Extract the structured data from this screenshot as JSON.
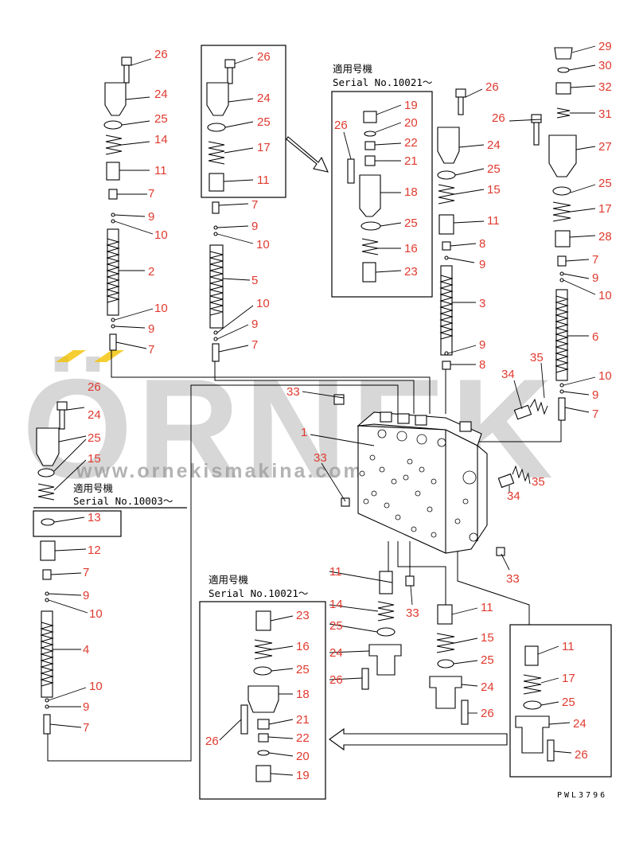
{
  "watermark": {
    "brand": "ÖRNEK",
    "url": "www.ornekismakina.com.tr",
    "accent": "#f2c200"
  },
  "drawing_code": "PWL3796",
  "serial_notes": {
    "box_a": {
      "jp": "適用号機",
      "serial": "Serial No.10021～"
    },
    "box_b": {
      "jp": "適用号機",
      "serial": "Serial No.10003～"
    },
    "box_c": {
      "jp": "適用号機",
      "serial": "Serial No.10021～"
    }
  },
  "callouts": {
    "c26a": "26",
    "c24a": "24",
    "c25a": "25",
    "c14a": "14",
    "c11a": "11",
    "c7a": "7",
    "c9a": "9",
    "c10a": "10",
    "c2": "2",
    "c10b": "10",
    "c9b": "9",
    "c7b": "7",
    "c26b": "26",
    "c24b": "24",
    "c25b": "25",
    "c17b": "17",
    "c11b": "11",
    "c7c": "7",
    "c9c": "9",
    "c10c": "10",
    "c5": "5",
    "c10d": "10",
    "c9d": "9",
    "c7d": "7",
    "c19a": "19",
    "c26c": "26",
    "c20a": "20",
    "c22a": "22",
    "c21a": "21",
    "c18a": "18",
    "c25c": "25",
    "c16a": "16",
    "c23a": "23",
    "c26d": "26",
    "c24d": "24",
    "c25d": "25",
    "c15a": "15",
    "c11d": "11",
    "c8a": "8",
    "c9e": "9",
    "c3": "3",
    "c9f": "9",
    "c8b": "8",
    "c29": "29",
    "c30": "30",
    "c32": "32",
    "c31": "31",
    "c26e": "26",
    "c27": "27",
    "c25e": "25",
    "c17e": "17",
    "c28": "28",
    "c7e": "7",
    "c9g": "9",
    "c10e": "10",
    "c6": "6",
    "c10f": "10",
    "c9h": "9",
    "c7f": "7",
    "c35a": "35",
    "c34a": "34",
    "c33a": "33",
    "c1": "1",
    "c33b": "33",
    "c35b": "35",
    "c34b": "34",
    "c33c": "33",
    "c33d": "33",
    "c26f": "26",
    "c24f": "24",
    "c25f": "25",
    "c15b": "15",
    "c13": "13",
    "c12": "12",
    "c7g": "7",
    "c9i": "9",
    "c10g": "10",
    "c4": "4",
    "c10h": "10",
    "c9j": "9",
    "c7h": "7",
    "c11e": "11",
    "c14b": "14",
    "c25g": "25",
    "c24g": "24",
    "c26g": "26",
    "c23b": "23",
    "c16b": "16",
    "c25h": "25",
    "c18b": "18",
    "c21b": "21",
    "c22b": "22",
    "c26h": "26",
    "c20b": "20",
    "c19b": "19",
    "c11f": "11",
    "c15c": "15",
    "c25i": "25",
    "c24i": "24",
    "c26i": "26",
    "c11g": "11",
    "c17g": "17",
    "c25j": "25",
    "c24j": "24",
    "c26j": "26"
  }
}
